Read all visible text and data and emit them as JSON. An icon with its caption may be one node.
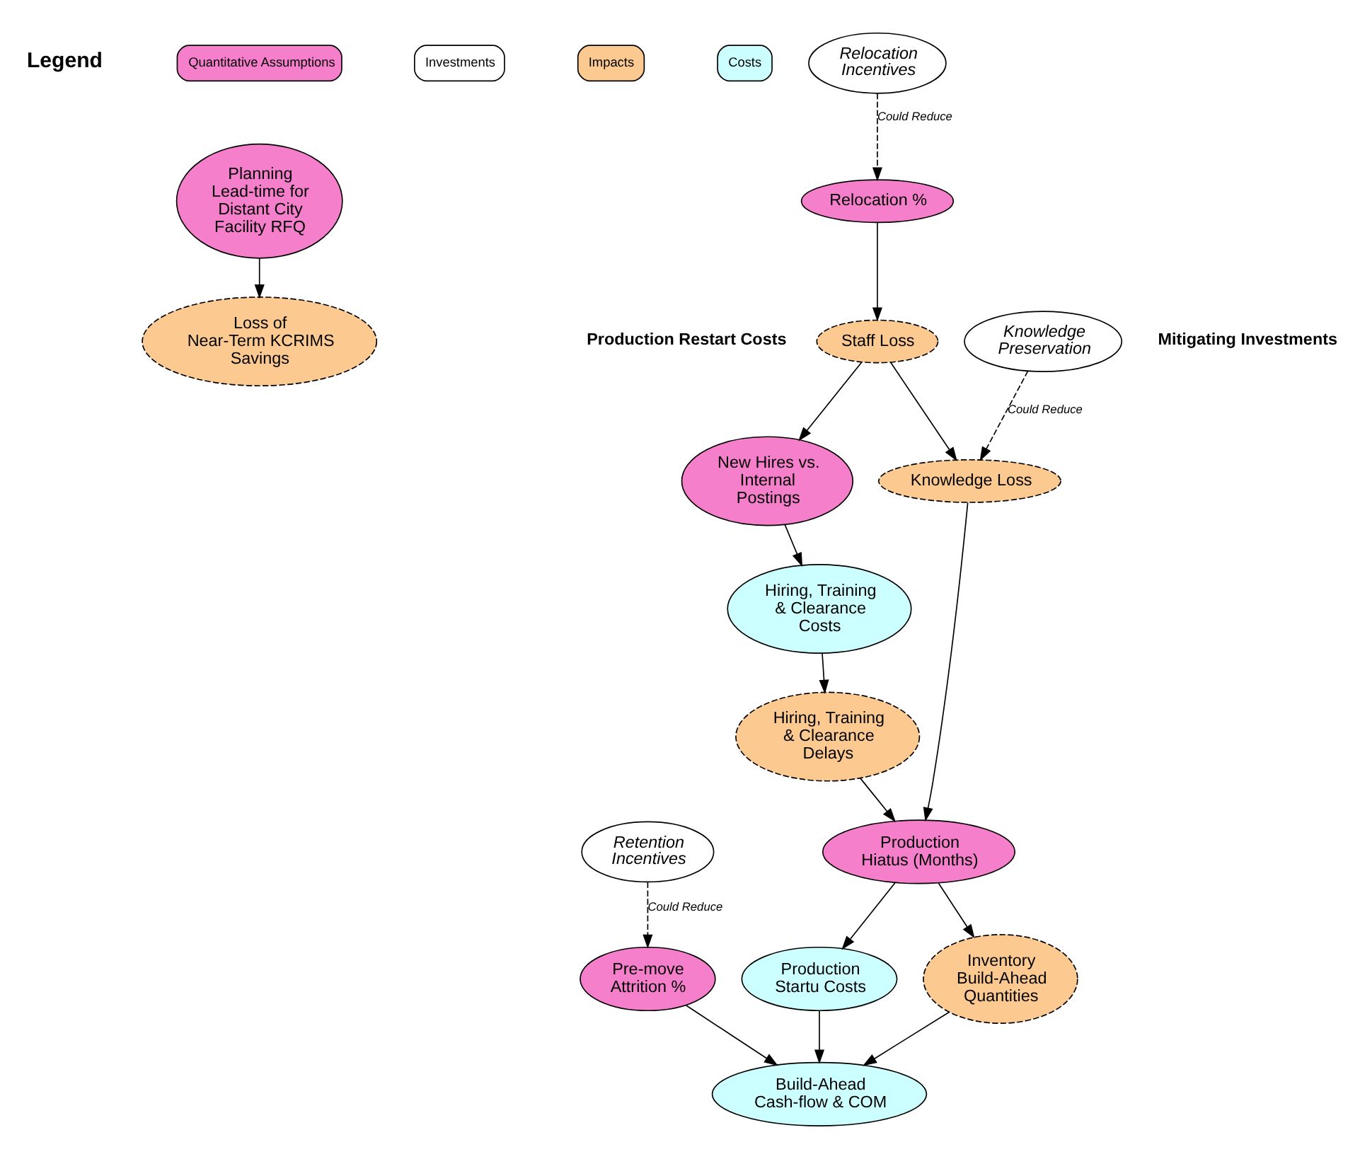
{
  "diagram": {
    "nodes": [
      {
        "text": [
          "Planning Lead-time for Distant City Facility RFQ"
        ]
      },
      {
        "text": [
          "Loss of Near-Term KCRIMS Savings"
        ]
      },
      {
        "text": [
          "New Hires vs. Internal Postings"
        ]
      },
      {
        "text": [
          "Hiring, Training & Clearance Costs"
        ]
      },
      {
        "text": [
          "Relocation %"
        ]
      },
      {
        "text": [
          "Staff Loss"
        ]
      },
      {
        "text": [
          "Hiring, Training & Clearance Delays"
        ]
      },
      {
        "text": [
          "Relocation Incentives"
        ]
      },
      {
        "text": [
          "Knowledge Preservation"
        ]
      },
      {
        "text": [
          "Knowledge Loss"
        ]
      },
      {
        "text": [
          "Production Hiatus (Months)"
        ]
      },
      {
        "text": [
          "Retention Incentives"
        ]
      },
      {
        "text": [
          "Inventory Build-Ahead Quantities"
        ]
      },
      {
        "text": [
          "Production Startu Costs"
        ]
      },
      {
        "text": [
          "Pre-move Attrition %"
        ]
      },
      {
        "text": [
          "Build-Ahead Cash-flow & COM"
        ]
      }
    ],
    "edges": [
      {
        "from": 0,
        "to": 1,
        "arrow": "to"
      },
      {
        "from": 2,
        "to": 3,
        "arrow": "to"
      },
      {
        "from": 5,
        "to": 2,
        "arrow": "to"
      },
      {
        "from": 3,
        "to": 6,
        "arrow": "to"
      },
      {
        "from": 4,
        "to": 5,
        "arrow": "to"
      },
      {
        "from": 7,
        "to": 4,
        "arrow": "to",
        "label": "Could Reduce",
        "style": "dashed"
      },
      {
        "from": 5,
        "to": 9,
        "arrow": "to"
      },
      {
        "from": 8,
        "to": 9,
        "arrow": "to",
        "label": "Could Reduce",
        "style": "dashed"
      },
      {
        "from": 9,
        "to": 10,
        "arrow": "to"
      },
      {
        "from": 6,
        "to": 10,
        "arrow": "to"
      },
      {
        "from": 10,
        "to": 12,
        "arrow": "to"
      },
      {
        "from": 10,
        "to": 13,
        "arrow": "to"
      },
      {
        "from": 12,
        "to": 15,
        "arrow": "to"
      },
      {
        "from": 13,
        "to": 15,
        "arrow": "to"
      },
      {
        "from": 14,
        "to": 15,
        "arrow": "to"
      },
      {
        "from": 11,
        "to": 14,
        "arrow": "to",
        "label": "Could Reduce",
        "style": "dashed"
      }
    ],
    "labels": [
      "Legend",
      "Production Restart Costs",
      "Mitigating Investments"
    ],
    "legend": [
      {
        "text": "Quantitative Assumptions",
        "color": "#f57fcb"
      },
      {
        "text": "Investments",
        "color": "#ffffff"
      },
      {
        "text": "Impacts",
        "color": "#fcc990"
      },
      {
        "text": "Costs",
        "color": "#ccffff"
      }
    ]
  }
}
